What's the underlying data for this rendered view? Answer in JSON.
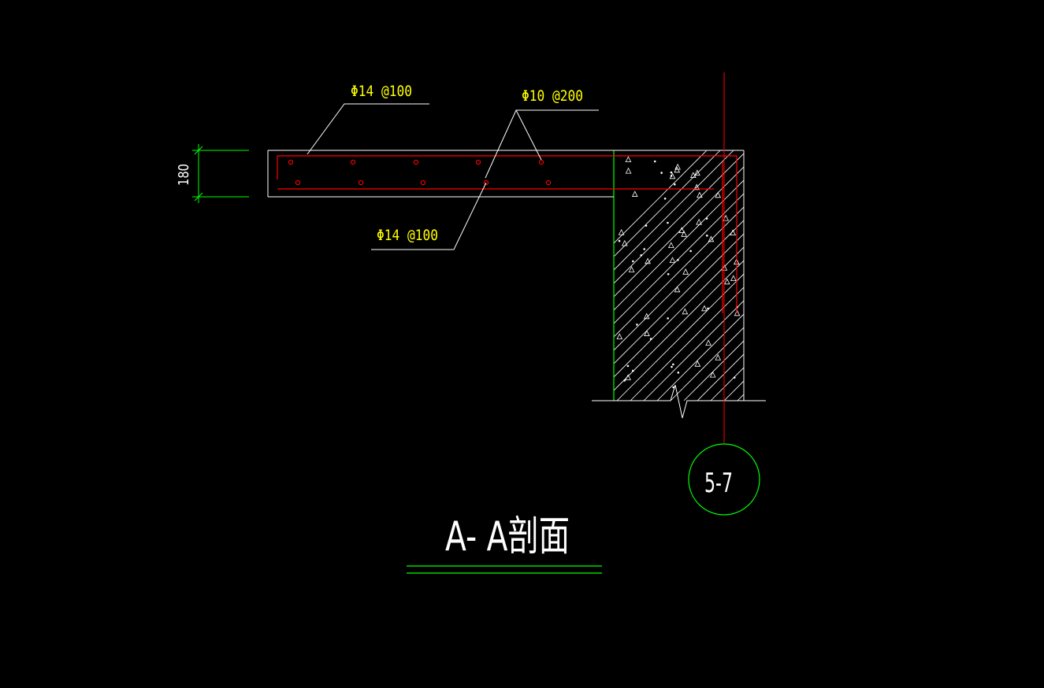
{
  "canvas": {
    "background": "#000000"
  },
  "colors": {
    "outline": "#FFFFFF",
    "rebar": "#FF0000",
    "annotation": "#FFFF00",
    "dimension": "#00FF00",
    "bar_dot": "#FF0000"
  },
  "annotations": {
    "top_bar_label": "Φ14 @100",
    "distribution_bar_label": "Φ10 @200",
    "bottom_bar_label": "Φ14 @100"
  },
  "dimension": {
    "thickness": "180"
  },
  "section": {
    "title": "A- A剖面"
  },
  "axis_marker": {
    "label": "5-7"
  },
  "hatch": {
    "pattern": "concrete-diagonal"
  }
}
